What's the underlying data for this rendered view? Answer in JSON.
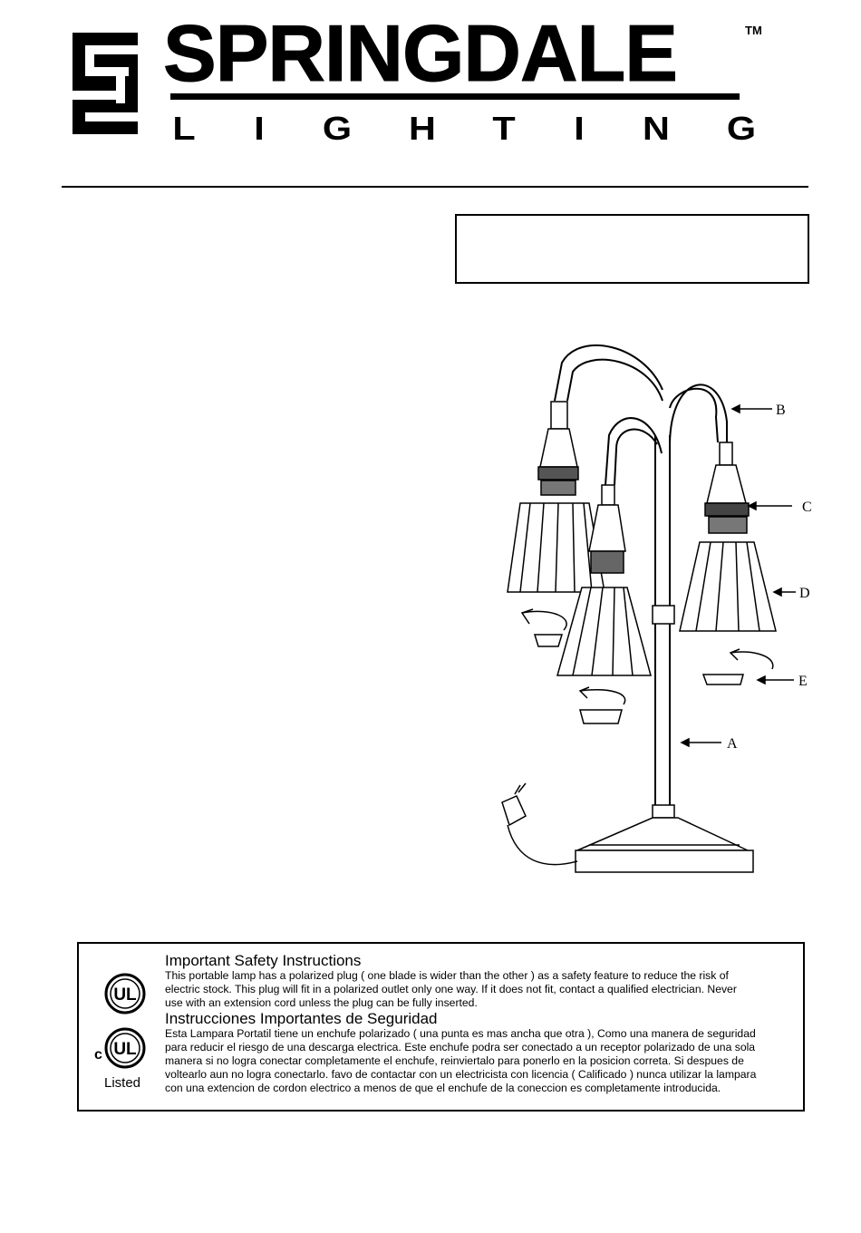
{
  "header": {
    "brand": "SPRINGDALE",
    "trademark": "TM",
    "subtitle_letters": [
      "L",
      "I",
      "G",
      "H",
      "T",
      "I",
      "N",
      "G"
    ]
  },
  "diagram": {
    "callouts": {
      "a": "A",
      "b": "B",
      "c": "C",
      "d": "D",
      "e": "E"
    }
  },
  "safety": {
    "heading_en": "Important Safety Instructions",
    "body_en": [
      "This portable lamp has a polarized plug ( one blade is wider than the other ) as a safety feature to reduce the risk of",
      "electric stock. This plug will fit in a polarized outlet only one way. If it does not fit, contact a qualified electrician. Never",
      "use with an extension cord unless the plug can be fully inserted."
    ],
    "heading_es": "Instrucciones Importantes de Seguridad",
    "body_es": [
      "Esta Lampara Portatil tiene un enchufe polarizado ( una punta es mas ancha que otra ), Como una manera de seguridad",
      "para reducir el riesgo de una descarga electrica. Este enchufe podra ser conectado a un receptor polarizado de una sola",
      "manera si no logra conectar completamente el enchufe, reinviertalo para ponerlo en la posicion correta. Si despues de",
      "voltearlo aun no logra conectarlo. favo de contactar con un electricista con licencia ( Calificado ) nunca utilizar la lampara",
      "con una extencion de cordon electrico a menos de que el enchufe de la coneccion es completamente introducida."
    ],
    "ul_mark_text": "UL",
    "ul_c_prefix": "c",
    "listed_label": "Listed"
  }
}
